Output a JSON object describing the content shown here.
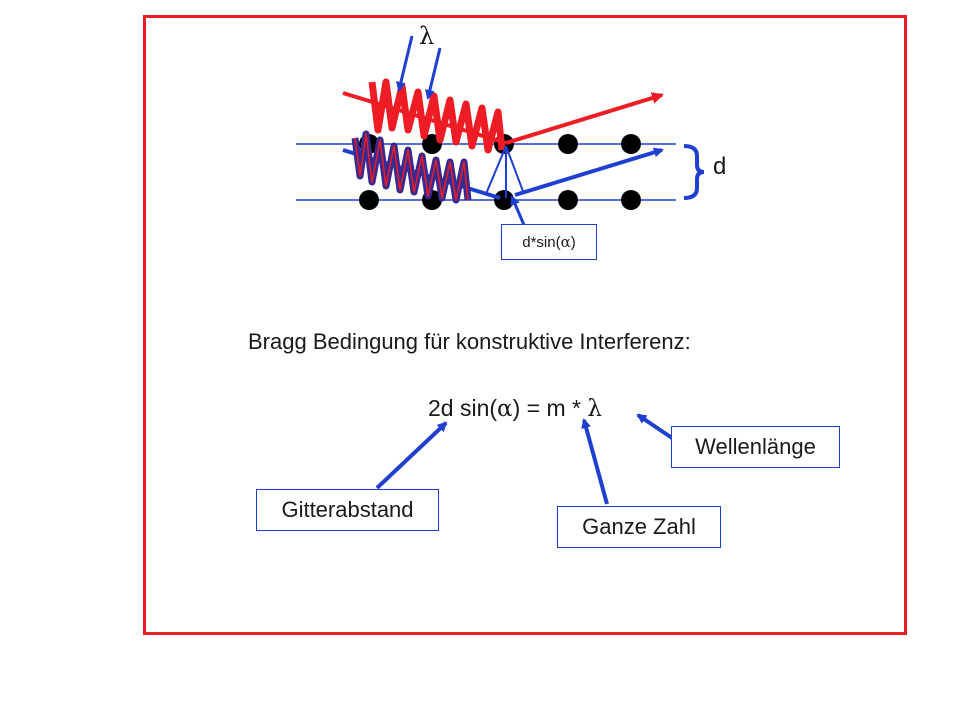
{
  "labels": {
    "lambda": "λ",
    "d": "d",
    "d_sin_prefix": "d*sin(",
    "alpha": "α",
    "close_paren": ")"
  },
  "caption": "Bragg Bedingung für konstruktive Interferenz:",
  "formula": {
    "prefix": "2d sin(",
    "alpha": "α",
    "middle": ") = m * ",
    "lambda": "λ"
  },
  "callouts": {
    "gitterabstand": "Gitterabstand",
    "ganze_zahl": "Ganze Zahl",
    "wellenlaenge": "Wellenlänge"
  },
  "colors": {
    "frame": "#ee1c25",
    "incoming_top_wave": "#ee1c25",
    "incoming_bottom_wave": "#3a2a8f",
    "arrow": "#1f3fd1",
    "lattice_line": "#1f3fd1",
    "atom": "#000000"
  }
}
